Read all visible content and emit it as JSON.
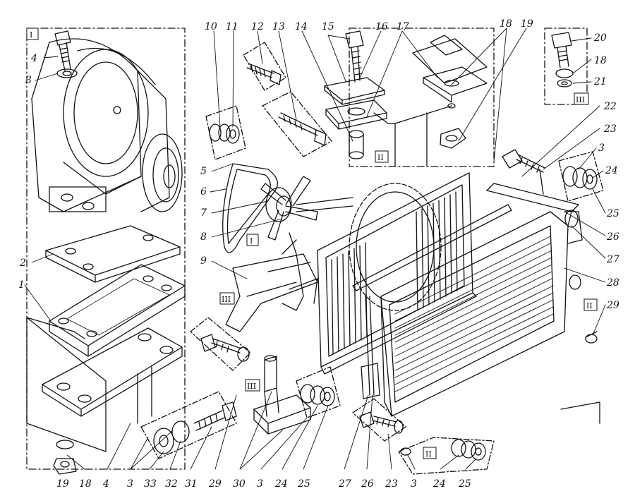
{
  "figure": {
    "ink_color": "#111111",
    "background": "#ffffff"
  },
  "view_markers": {
    "I": "I",
    "II": "II",
    "III": "III"
  },
  "callouts": {
    "n1": "1",
    "n2": "2",
    "n3": "3",
    "n4": "4",
    "n5": "5",
    "n6": "6",
    "n7": "7",
    "n8": "8",
    "n9": "9",
    "n10": "10",
    "n11": "11",
    "n12": "12",
    "n13": "13",
    "n14": "14",
    "n15": "15",
    "n16": "16",
    "n17": "17",
    "n18": "18",
    "n19": "19",
    "n20": "20",
    "n21": "21",
    "n22": "22",
    "n23": "23",
    "n24": "24",
    "n25": "25",
    "n26": "26",
    "n27": "27",
    "n28": "28",
    "n29": "29",
    "n30": "30",
    "n31": "31",
    "n32": "32",
    "n33": "33"
  }
}
